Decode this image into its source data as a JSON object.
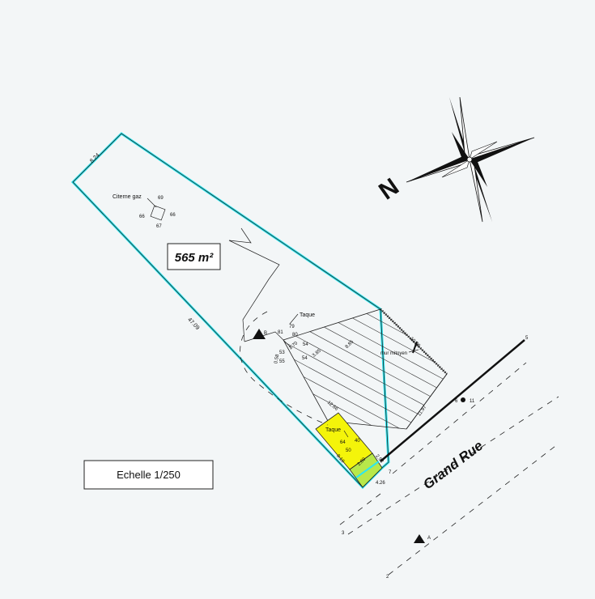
{
  "plan": {
    "area": "565 m²",
    "scale": "Echelle 1/250",
    "street": "Grand Rue",
    "north_letter": "N",
    "gas_tank_label": "Citerne gaz",
    "gas_tank_values": [
      "69",
      "66",
      "66",
      "67"
    ],
    "taque_label_1": "Taque",
    "taque_label_2": "Taque",
    "mur_label": "mur mitoyen",
    "point_b": "B",
    "point_a": "A",
    "dimensions": {
      "top": "8.24",
      "left": "47.09",
      "d_885": "8.85",
      "d_1086": "10.86",
      "d_1197": "11.97",
      "d_1266": "12.66",
      "d_385": "3.85",
      "d_270": "2.70",
      "d_426": "4.26",
      "d_810": "8.10",
      "d_292": "2.92",
      "d_058": "0.58",
      "d_280": "2.80"
    },
    "points": [
      "79",
      "81",
      "80",
      "54",
      "53",
      "55",
      "54",
      "64",
      "40",
      "50",
      "7",
      "5",
      "6",
      "11",
      "3",
      "2"
    ],
    "colors": {
      "boundary": "#2ee6ef",
      "annex": "#f4f40a",
      "background": "#f3f6f7"
    }
  }
}
